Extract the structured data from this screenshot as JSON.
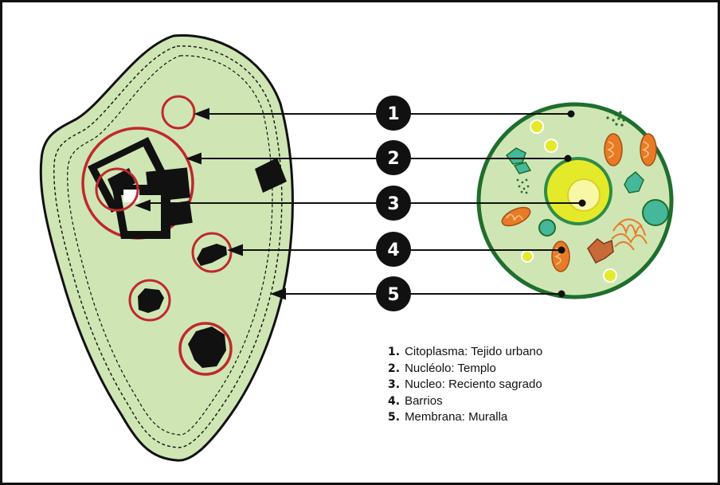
{
  "callouts": [
    {
      "number": "1"
    },
    {
      "number": "2"
    },
    {
      "number": "3"
    },
    {
      "number": "4"
    },
    {
      "number": "5"
    }
  ],
  "legend": [
    {
      "number": "1.",
      "text": "Citoplasma: Tejido urbano"
    },
    {
      "number": "2.",
      "text": "Nucléolo: Templo"
    },
    {
      "number": "3.",
      "text": "Nucleo: Reciento sagrado"
    },
    {
      "number": "4.",
      "text": "Barrios"
    },
    {
      "number": "5.",
      "text": "Membrana: Muralla"
    }
  ],
  "colors": {
    "cell_fill": "#cfe6b4",
    "membrane": "#1f6e2e",
    "circle_red": "#c0282d",
    "callout_black": "#111111",
    "nucleus_yellow": "#e4ea2a",
    "mito_orange": "#e97b27"
  }
}
